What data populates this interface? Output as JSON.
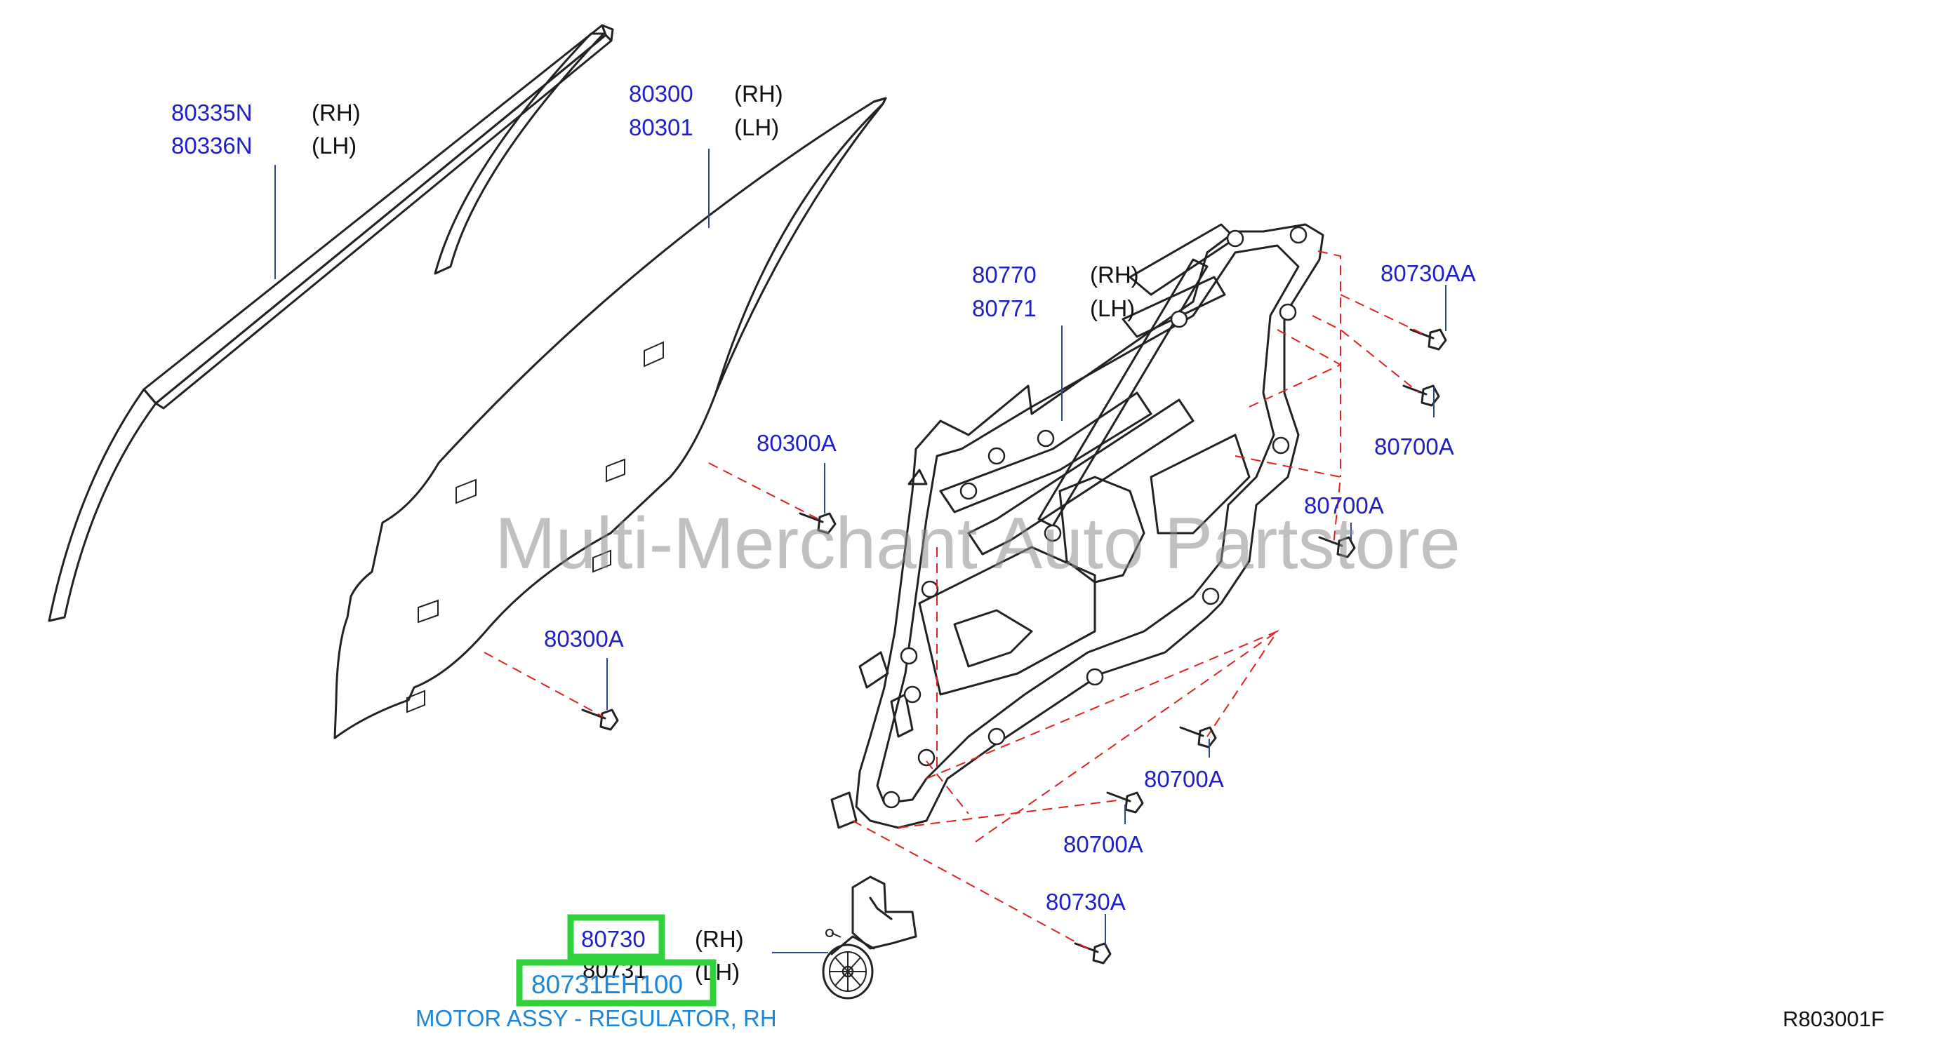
{
  "labels": {
    "p80335N": "80335N",
    "p80336N": "80336N",
    "p80300": "80300",
    "p80301": "80301",
    "p80770": "80770",
    "p80771": "80771",
    "p80730AA": "80730AA",
    "p80700A_1": "80700A",
    "p80700A_2": "80700A",
    "p80700A_3": "80700A",
    "p80700A_4": "80700A",
    "p80300A_1": "80300A",
    "p80300A_2": "80300A",
    "p80730A": "80730A",
    "p80730": "80730",
    "p80731": "80731",
    "p80731EH100": "80731EH100",
    "rh": "(RH)",
    "lh": "(LH)"
  },
  "caption": "MOTOR ASSY - REGULATOR, RH",
  "diagram_ref": "R803001F",
  "watermark": "Multi-Merchant Auto Partstore",
  "colors": {
    "part_number": "#1f1fc8",
    "highlight": "#2fd23a",
    "caption": "#1e86d6",
    "dashed_guides": "#e02020"
  }
}
